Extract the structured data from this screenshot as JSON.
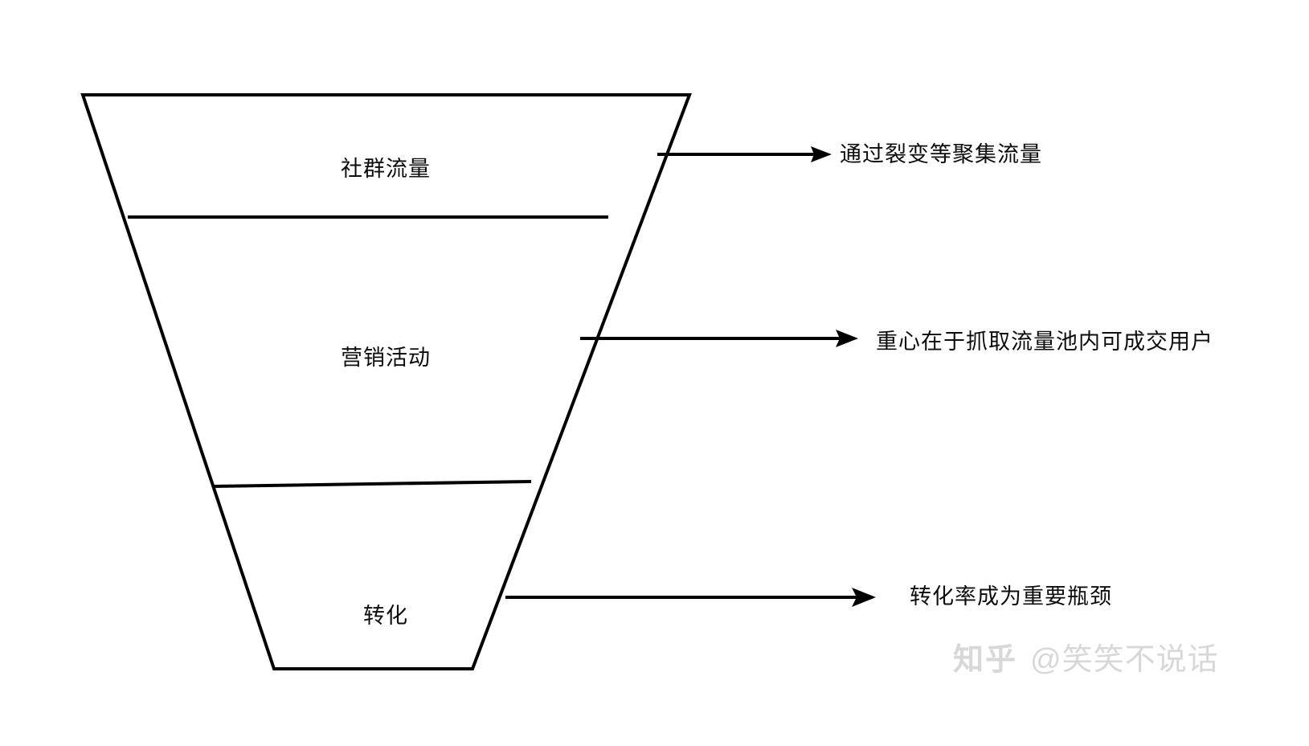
{
  "diagram": {
    "type": "funnel",
    "title": "",
    "background_color": "#ffffff",
    "stroke_color": "#000000",
    "text_color": "#0d0d0d",
    "stages": [
      {
        "id": "community-traffic",
        "label": "社群流量",
        "annotation": "通过裂变等聚集流量",
        "arrow": "right-arrow-icon"
      },
      {
        "id": "marketing-activity",
        "label": "营销活动",
        "annotation": "重心在于抓取流量池内可成交用户",
        "arrow": "right-arrow-icon"
      },
      {
        "id": "conversion",
        "label": "转化",
        "annotation": "转化率成为重要瓶颈",
        "arrow": "right-arrow-icon"
      }
    ]
  },
  "watermark": {
    "brand": "知乎",
    "handle": "@笑笑不说话",
    "color": "#d8d8d8"
  }
}
